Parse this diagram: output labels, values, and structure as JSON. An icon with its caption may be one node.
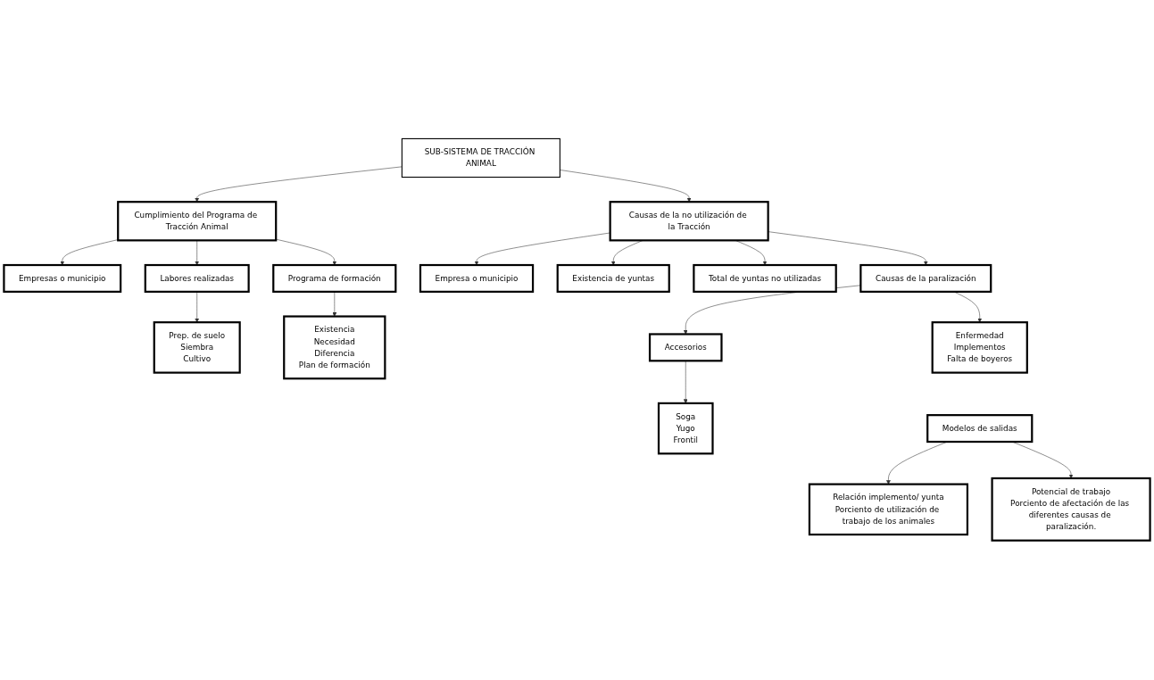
{
  "diagram": {
    "nodes": [
      {
        "text": [
          "SUB-SISTEMA DE TRACCIÓN ANIMAL"
        ]
      },
      {
        "text": [
          "Cumplimiento del Programa de Tracción Animal"
        ]
      },
      {
        "text": [
          "Empresas o municipio"
        ]
      },
      {
        "text": [
          "Labores realizadas"
        ]
      },
      {
        "text": [
          "Prep. de suelo",
          "Siembra",
          "Cultivo"
        ]
      },
      {
        "text": [
          "Programa de formación"
        ]
      },
      {
        "text": [
          "Existencia",
          "Necesidad",
          "Diferencia",
          "Plan de formación"
        ]
      },
      {
        "text": [
          "Empresa o municipio"
        ]
      },
      {
        "text": [
          "Existencia de yuntas"
        ]
      },
      {
        "text": [
          "Causas de la no utilización de la Tracción"
        ]
      },
      {
        "text": [
          "Total de yuntas no utilizadas"
        ]
      },
      {
        "text": [
          "Causas de la paralización"
        ]
      },
      {
        "text": [
          "Enfermedad",
          "Implementos",
          "Falta de boyeros"
        ]
      },
      {
        "text": [
          "Accesorios"
        ]
      },
      {
        "text": [
          "Soga",
          "Yugo",
          "Frontil"
        ]
      },
      {
        "text": [
          "Modelos de salidas"
        ]
      },
      {
        "text": [
          "Relación implemento/ yunta",
          "Porciento de utilización de trabajo de los animales"
        ]
      },
      {
        "text": [
          "Potencial de trabajo",
          "Porciento de afectación de las diferentes causas de paralización."
        ]
      }
    ],
    "edges": [
      {
        "from": 0,
        "to": 1,
        "arrow": "to"
      },
      {
        "from": 0,
        "to": 9,
        "arrow": "to"
      },
      {
        "from": 1,
        "to": 2,
        "arrow": "to"
      },
      {
        "from": 1,
        "to": 3,
        "arrow": "to"
      },
      {
        "from": 1,
        "to": 5,
        "arrow": "to"
      },
      {
        "from": 3,
        "to": 4,
        "arrow": "to"
      },
      {
        "from": 5,
        "to": 6,
        "arrow": "to"
      },
      {
        "from": 9,
        "to": 7,
        "arrow": "to"
      },
      {
        "from": 9,
        "to": 8,
        "arrow": "to"
      },
      {
        "from": 9,
        "to": 10,
        "arrow": "to"
      },
      {
        "from": 9,
        "to": 11,
        "arrow": "to"
      },
      {
        "from": 11,
        "to": 12,
        "arrow": "to"
      },
      {
        "from": 11,
        "to": 13,
        "arrow": "to"
      },
      {
        "from": 13,
        "to": 14,
        "arrow": "to"
      },
      {
        "from": 15,
        "to": 16,
        "arrow": "to"
      },
      {
        "from": 15,
        "to": 17,
        "arrow": "to"
      }
    ]
  }
}
